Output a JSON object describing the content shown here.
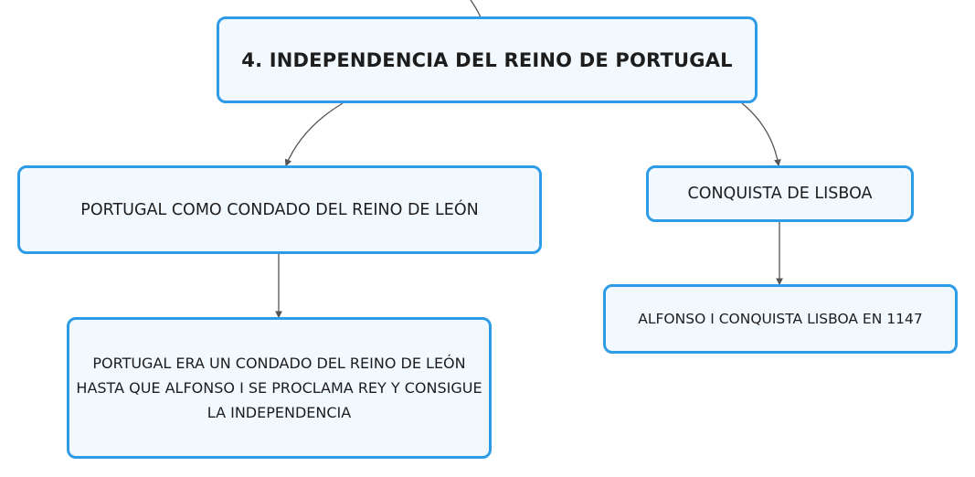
{
  "diagram": {
    "title": "4. INDEPENDENCIA DEL REINO DE PORTUGAL",
    "branches": [
      {
        "label": "PORTUGAL COMO CONDADO DEL REINO DE LEÓN",
        "child": "PORTUGAL ERA UN CONDADO DEL REINO DE LEÓN HASTA QUE ALFONSO I SE PROCLAMA REY Y CONSIGUE LA INDEPENDENCIA"
      },
      {
        "label": "CONQUISTA DE LISBOA",
        "child": "ALFONSO I CONQUISTA LISBOA EN 1147"
      }
    ]
  },
  "colors": {
    "node_border": "#2e9be6",
    "node_fill": "#f1f8fe",
    "connector": "#555555",
    "text": "#1d1d1d"
  }
}
